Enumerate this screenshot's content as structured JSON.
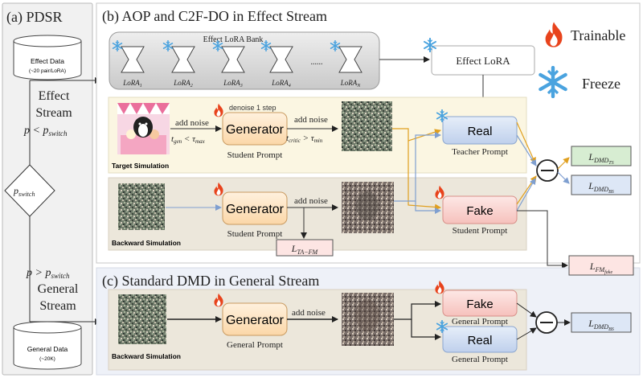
{
  "panels": {
    "a_title": "(a) PDSR",
    "b_title": "(b) AOP and C2F-DO in Effect Stream",
    "c_title": "(c) Standard DMD in General Stream"
  },
  "legend": {
    "trainable": "Trainable",
    "freeze": "Freeze",
    "colors": {
      "trainable": "#e8431c",
      "freeze": "#4aa3df"
    }
  },
  "left": {
    "effect_data": "Effect Data",
    "effect_data_sub": "(~20 pair/LoRA)",
    "effect_stream": [
      "Effect",
      "Stream"
    ],
    "cond_lt": {
      "base": "p < p",
      "sub": "switch"
    },
    "decision": {
      "base": "p",
      "sub": "switch"
    },
    "cond_gt": {
      "base": "p > p",
      "sub": "switch"
    },
    "general_stream": [
      "General",
      "Stream"
    ],
    "general_data": "General Data",
    "general_data_sub": "(~20K)"
  },
  "lora_bank": {
    "title": "Effect LoRA Bank",
    "ellipsis": "......",
    "items": [
      {
        "base": "LoRA",
        "sub": "1"
      },
      {
        "base": "LoRA",
        "sub": "2"
      },
      {
        "base": "LoRA",
        "sub": "3"
      },
      {
        "base": "LoRA",
        "sub": "4"
      },
      {
        "base": "LoRA",
        "sub": "N"
      }
    ],
    "effect_lora": "Effect LoRA"
  },
  "target_row": {
    "label": "Target Simulation",
    "add_noise_1": "add noise",
    "t_gen": {
      "base": "t",
      "sub": "gen",
      "rel": " < τ",
      "sub2": "max"
    },
    "denoise": "denoise 1 step",
    "generator": "Generator",
    "student_prompt": "Student Prompt",
    "add_noise_2": "add noise",
    "t_critic": {
      "base": "t",
      "sub": "critic",
      "rel": " > τ",
      "sub2": "min"
    },
    "real": "Real",
    "teacher_prompt": "Teacher Prompt"
  },
  "backward_row": {
    "label": "Backward Simulation",
    "generator": "Generator",
    "student_prompt": "Student Prompt",
    "add_noise": "add noise",
    "loss_ta": {
      "base": "L",
      "sub": "TA−FM"
    },
    "fake": "Fake",
    "student_prompt_2": "Student Prompt"
  },
  "general_row": {
    "label": "Backward Simulation",
    "generator": "Generator",
    "general_prompt": "General Prompt",
    "add_noise": "add noise",
    "fake": "Fake",
    "fake_prompt": "General Prompt",
    "real": "Real",
    "real_prompt": "General Prompt"
  },
  "losses": {
    "dmd_ts": {
      "base": "L",
      "sub": "DMD",
      "subsub": "TS"
    },
    "dmd_bs": {
      "base": "L",
      "sub": "DMD",
      "subsub": "BS"
    },
    "fm_fake": {
      "base": "L",
      "sub": "FM",
      "subsub": "fake"
    },
    "dmd_bs_general": {
      "base": "L",
      "sub": "DMD",
      "subsub": "BS"
    }
  }
}
